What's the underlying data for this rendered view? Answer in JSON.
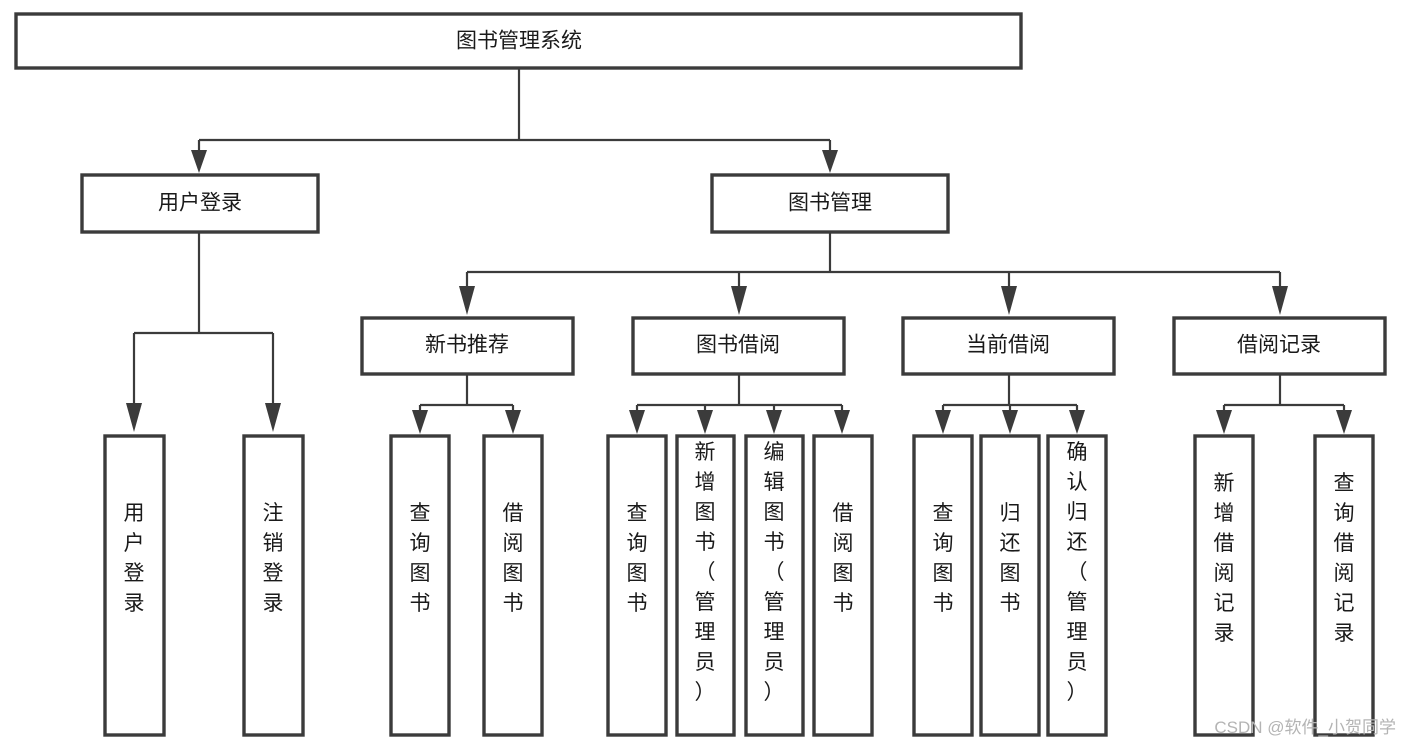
{
  "diagram": {
    "type": "hierarchy-tree",
    "title_node": {
      "id": "root",
      "label": "图书管理系统"
    },
    "level1": [
      {
        "id": "user-login",
        "label": "用户登录"
      },
      {
        "id": "book-management",
        "label": "图书管理"
      }
    ],
    "level2": [
      {
        "id": "new-book-recommend",
        "label": "新书推荐",
        "parent": "book-management"
      },
      {
        "id": "book-borrow",
        "label": "图书借阅",
        "parent": "book-management"
      },
      {
        "id": "current-borrow",
        "label": "当前借阅",
        "parent": "book-management"
      },
      {
        "id": "borrow-record",
        "label": "借阅记录",
        "parent": "book-management"
      }
    ],
    "leaves": {
      "user-login": [
        {
          "id": "leaf-user-login",
          "label": "用户登录"
        },
        {
          "id": "leaf-user-logout",
          "label": "注销登录"
        }
      ],
      "new-book-recommend": [
        {
          "id": "leaf-query-book-1",
          "label": "查询图书"
        },
        {
          "id": "leaf-borrow-book-1",
          "label": "借阅图书"
        }
      ],
      "book-borrow": [
        {
          "id": "leaf-query-book-2",
          "label": "查询图书"
        },
        {
          "id": "leaf-add-book",
          "label": "新增图书（管理员）"
        },
        {
          "id": "leaf-edit-book",
          "label": "编辑图书（管理员）"
        },
        {
          "id": "leaf-borrow-book-2",
          "label": "借阅图书"
        }
      ],
      "current-borrow": [
        {
          "id": "leaf-query-book-3",
          "label": "查询图书"
        },
        {
          "id": "leaf-return-book",
          "label": "归还图书"
        },
        {
          "id": "leaf-confirm-return",
          "label": "确认归还（管理员）"
        }
      ],
      "borrow-record": [
        {
          "id": "leaf-add-record",
          "label": "新增借阅记录"
        },
        {
          "id": "leaf-query-record",
          "label": "查询借阅记录"
        }
      ]
    }
  },
  "watermark": {
    "text": "CSDN @软件_小贺同学"
  },
  "colors": {
    "background": "#ffffff",
    "box_fill": "#ffffff",
    "box_stroke": "#3b3b3b",
    "text": "#1a1a1a",
    "watermark": "#b4b4b4"
  }
}
